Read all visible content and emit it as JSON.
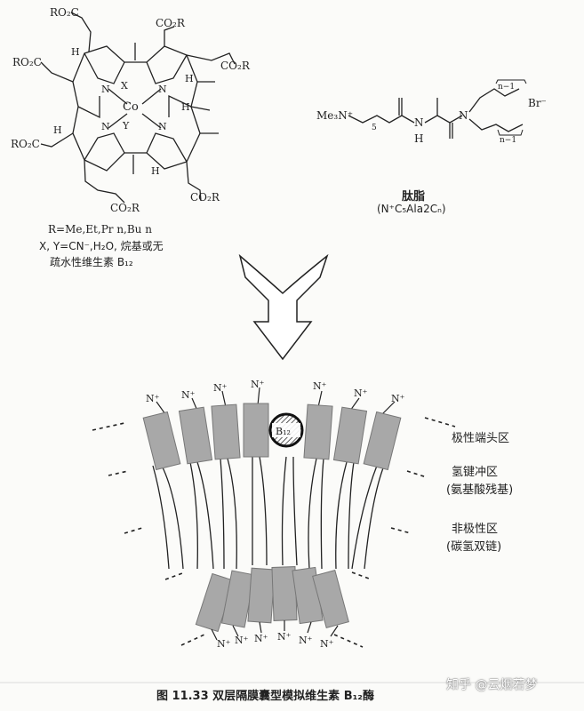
{
  "colors": {
    "ink": "#222222",
    "block": "#a8a8a8",
    "background": "#fbfbf9"
  },
  "b12": {
    "co2r": "CO₂R",
    "ro2c": "RO₂C",
    "x": "X",
    "y": "Y",
    "co": "Co",
    "n": "N",
    "h": "H",
    "r_line": "R=Me,Et,Pr n,Bu n",
    "xy_line": "X, Y=CN⁻,H₂O, 烷基或无",
    "name_line": "疏水性维生素 B₁₂"
  },
  "lipid": {
    "me3n": "Me₃N⁺",
    "sub5": "5",
    "n": "N",
    "h": "H",
    "sub_n1": "n−1",
    "br": "Br⁻",
    "name": "肽脂",
    "formula": "(N⁺C₅Ala2Cₙ)"
  },
  "membrane": {
    "n_plus": "N⁺",
    "b12_label": "B₁₂"
  },
  "regions": {
    "polar_head": "极性端头区",
    "hbond_buffer": "氢键冲区",
    "amino_residue": "(氨基酸残基)",
    "nonpolar": "非极性区",
    "hydrocarbon": "(碳氢双链)"
  },
  "caption": "图 11.33  双层隔膜囊型模拟维生素 B₁₂酶",
  "watermark": "知乎 @云烟若梦"
}
